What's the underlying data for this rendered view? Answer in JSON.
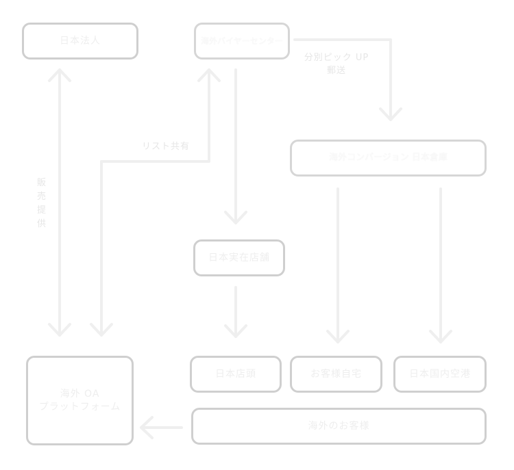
{
  "diagram": {
    "nodes": {
      "japan_corp": "日本法人",
      "buyer_center": "海外バイヤーセンター",
      "japan_warehouse": "海外コンバージョン 日本倉庫",
      "japan_store": "日本実在店舗",
      "overseas_platform_line1": "海外 OA",
      "overseas_platform_line2": "プラットフォーム",
      "store_front": "日本店頭",
      "customer_home": "お客様自宅",
      "domestic_airport": "日本国内空港",
      "overseas_customers": "海外のお客様"
    },
    "edge_labels": {
      "pickup_line1": "分別ピック UP",
      "pickup_line2": "郵送",
      "list_share": "リスト共有",
      "sales_provide": "販売提供"
    },
    "colors": {
      "box_border": "#cfcfcf",
      "arrow": "#efefef",
      "text": "#eeeeee"
    }
  }
}
